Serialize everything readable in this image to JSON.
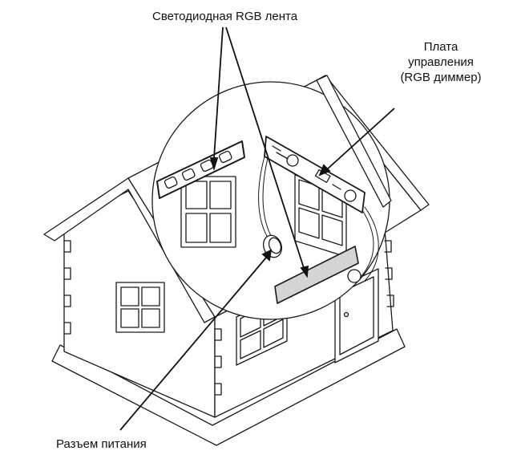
{
  "labels": {
    "led_strip": "Светодиодная RGB лента",
    "control_board": [
      "Плата",
      "управления",
      "(RGB диммер)"
    ],
    "power_connector": "Разъем питания"
  },
  "colors": {
    "ink": "#111111",
    "background": "#ffffff",
    "strip_fill": "#d4d4d4"
  }
}
